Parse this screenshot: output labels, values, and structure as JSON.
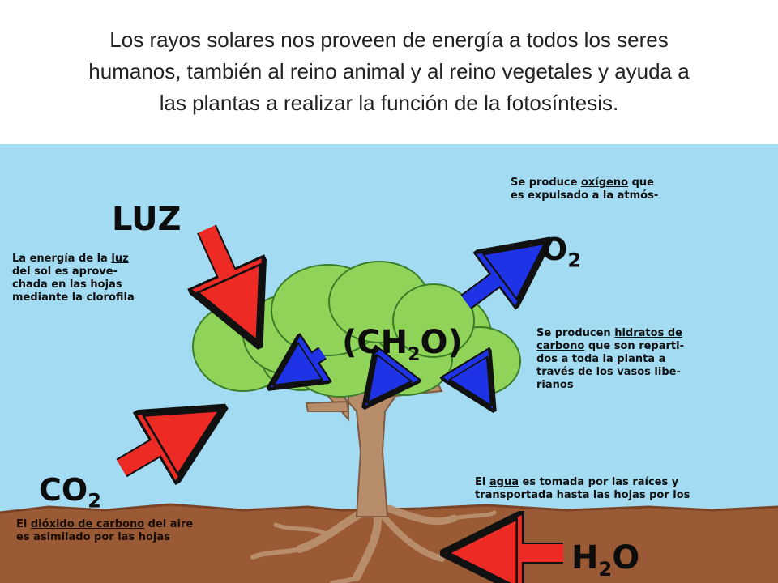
{
  "title": {
    "line1": "Los rayos solares nos proveen de energía a todos los seres",
    "line2": "humanos, también al reino animal y al reino vegetales y ayuda a",
    "line3": "las plantas a realizar la función de la fotosíntesis."
  },
  "labels": {
    "luz": "LUZ",
    "co2": "CO",
    "co2_sub": "2",
    "o2": "O",
    "o2_sub": "2",
    "ch2o_a": "(CH",
    "ch2o_sub": "2",
    "ch2o_b": "O)",
    "h2o_a": "H",
    "h2o_sub": "2",
    "h2o_b": "O"
  },
  "notes": {
    "light": {
      "l1_a": "La energía de la ",
      "l1_u": "luz",
      "l2": "del sol es aprove-",
      "l3": "chada en las hojas",
      "l4": "mediante la clorofila"
    },
    "oxygen": {
      "l1_a": "Se produce ",
      "l1_u": "oxígeno",
      "l1_b": " que",
      "l2": "es expulsado a la atmós-"
    },
    "carbohydrates": {
      "l1_a": "Se producen ",
      "l1_u": "hidratos de",
      "l2_u": "carbono",
      "l2_b": " que son reparti-",
      "l3": "dos a toda la planta a",
      "l4": "través de los vasos libe-",
      "l5": "rianos"
    },
    "water": {
      "l1_a": "El ",
      "l1_u": "agua",
      "l1_b": " es tomada por las raíces y",
      "l2": "transportada hasta las hojas por los"
    },
    "co2": {
      "l1_a": "El ",
      "l1_u": "dióxido de carbono",
      "l1_b": " del aire",
      "l2": "es asimilado por las hojas"
    }
  },
  "colors": {
    "sky": "#a3dbf2",
    "soil": "#9a5a36",
    "foliage": "#8fd459",
    "trunk": "#b88d6a",
    "red_arrow": "#ee2a24",
    "blue_arrow": "#1e33e6"
  }
}
